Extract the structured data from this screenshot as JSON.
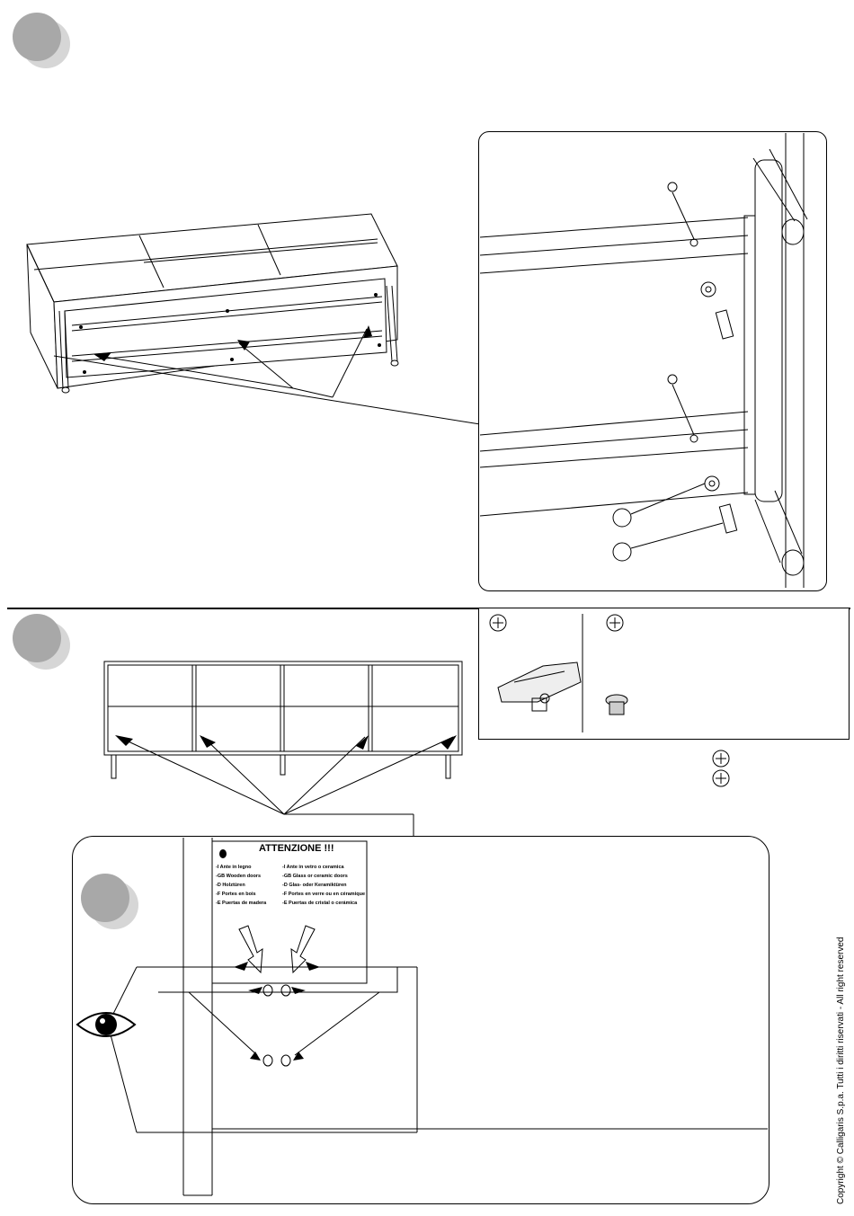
{
  "steps": [
    {
      "id": "step-1"
    },
    {
      "id": "step-2"
    },
    {
      "id": "step-3"
    }
  ],
  "warning": {
    "title": "ATTENZIONE !!!",
    "left_lines": [
      "-I     Ante in legno",
      "-GB  Wooden doors",
      "-D    Holztüren",
      "-F     Portes en bois",
      "-E     Puertas de madera"
    ],
    "right_lines": [
      "-I     Ante in vetro o ceramica",
      "-GB  Glass or ceramic doors",
      "-D    Glas- oder Keramiktüren",
      "-F     Portes en verre ou en céramique",
      "-E     Puertas de cristal o cerámica"
    ]
  },
  "copyright": "Copyright © Calligaris S.p.a.   Tutti i diritti riservati - All right reserved",
  "icons": [
    "screwdriver-icon",
    "eye-icon",
    "hinge-plate-icon",
    "cap-plug-icon"
  ]
}
